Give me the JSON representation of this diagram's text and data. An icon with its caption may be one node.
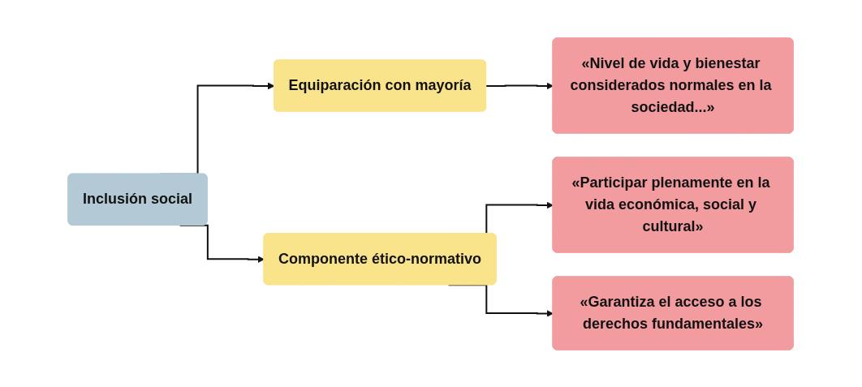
{
  "diagram": {
    "nodes": [
      {
        "text": [
          "Inclusión social"
        ]
      },
      {
        "text": [
          "Equiparación con mayoría"
        ]
      },
      {
        "text": [
          "Componente ético-normativo"
        ]
      },
      {
        "text": [
          "«Nivel de vida y bienestar considerados normales en la sociedad...»"
        ]
      },
      {
        "text": [
          "«Participar plenamente en la vida económica, social y cultural»"
        ]
      },
      {
        "text": [
          "«Garantiza el acceso a los derechos fundamentales»"
        ]
      }
    ],
    "edges": [
      {
        "from": 0,
        "to": 1,
        "arrow": "to"
      },
      {
        "from": 0,
        "to": 2,
        "arrow": "to"
      },
      {
        "from": 1,
        "to": 3,
        "arrow": "to"
      },
      {
        "from": 2,
        "to": 4,
        "arrow": "to"
      },
      {
        "from": 2,
        "to": 5,
        "arrow": "to"
      }
    ]
  }
}
